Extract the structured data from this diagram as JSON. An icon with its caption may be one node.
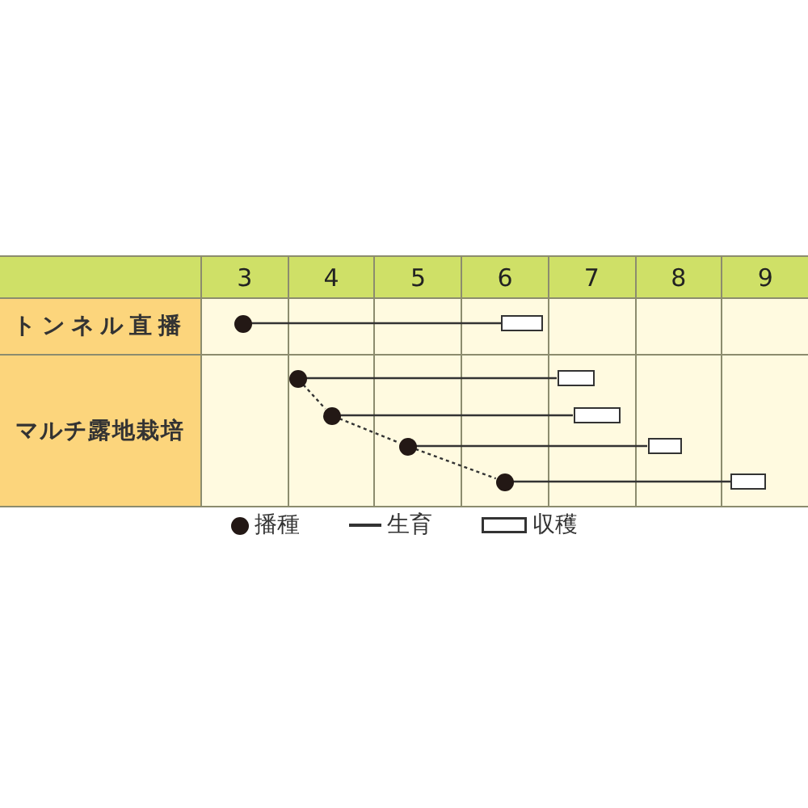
{
  "diagram": {
    "nodes": [
      {
        "text": [],
        "shape": "circle"
      },
      {
        "text": [],
        "shape": "box"
      },
      {
        "text": [],
        "shape": "circle"
      },
      {
        "text": [],
        "shape": "box"
      },
      {
        "text": [],
        "shape": "circle"
      },
      {
        "text": [],
        "shape": "box"
      },
      {
        "text": [],
        "shape": "circle"
      },
      {
        "text": [],
        "shape": "box"
      },
      {
        "text": [],
        "shape": "circle"
      },
      {
        "text": [],
        "shape": "box"
      }
    ],
    "edges": [
      {
        "from": 0,
        "to": 1,
        "arrow": "none"
      },
      {
        "from": 2,
        "to": 3,
        "arrow": "none"
      },
      {
        "from": 4,
        "to": 5,
        "arrow": "none"
      },
      {
        "from": 6,
        "to": 7,
        "arrow": "none"
      },
      {
        "from": 8,
        "to": 9,
        "arrow": "none"
      },
      {
        "from": 2,
        "to": 4,
        "arrow": "none",
        "style": "dashed"
      },
      {
        "from": 4,
        "to": 6,
        "arrow": "none",
        "style": "dashed"
      },
      {
        "from": 6,
        "to": 8,
        "arrow": "none",
        "style": "dashed"
      }
    ],
    "labels": [
      "3",
      "4",
      "5",
      "6",
      "7",
      "8",
      "9",
      "トンネル直播",
      "マルチ露地栽培"
    ],
    "legend": [
      {
        "text": "播種"
      },
      {
        "text": "生育"
      },
      {
        "text": "収穫"
      }
    ]
  }
}
